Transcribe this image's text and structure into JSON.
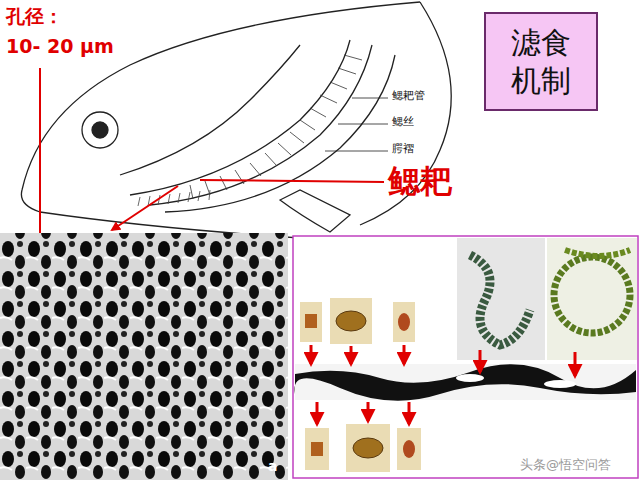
{
  "diagram": {
    "nodes": [
      {
        "text": [
          "滤食 机制"
        ]
      }
    ],
    "labels": [
      "孔径：",
      "10- 20 μm",
      "鳃耙管",
      "鳃丝",
      "腭褶",
      "鳃耙",
      "a",
      "头条@悟空问答"
    ]
  }
}
